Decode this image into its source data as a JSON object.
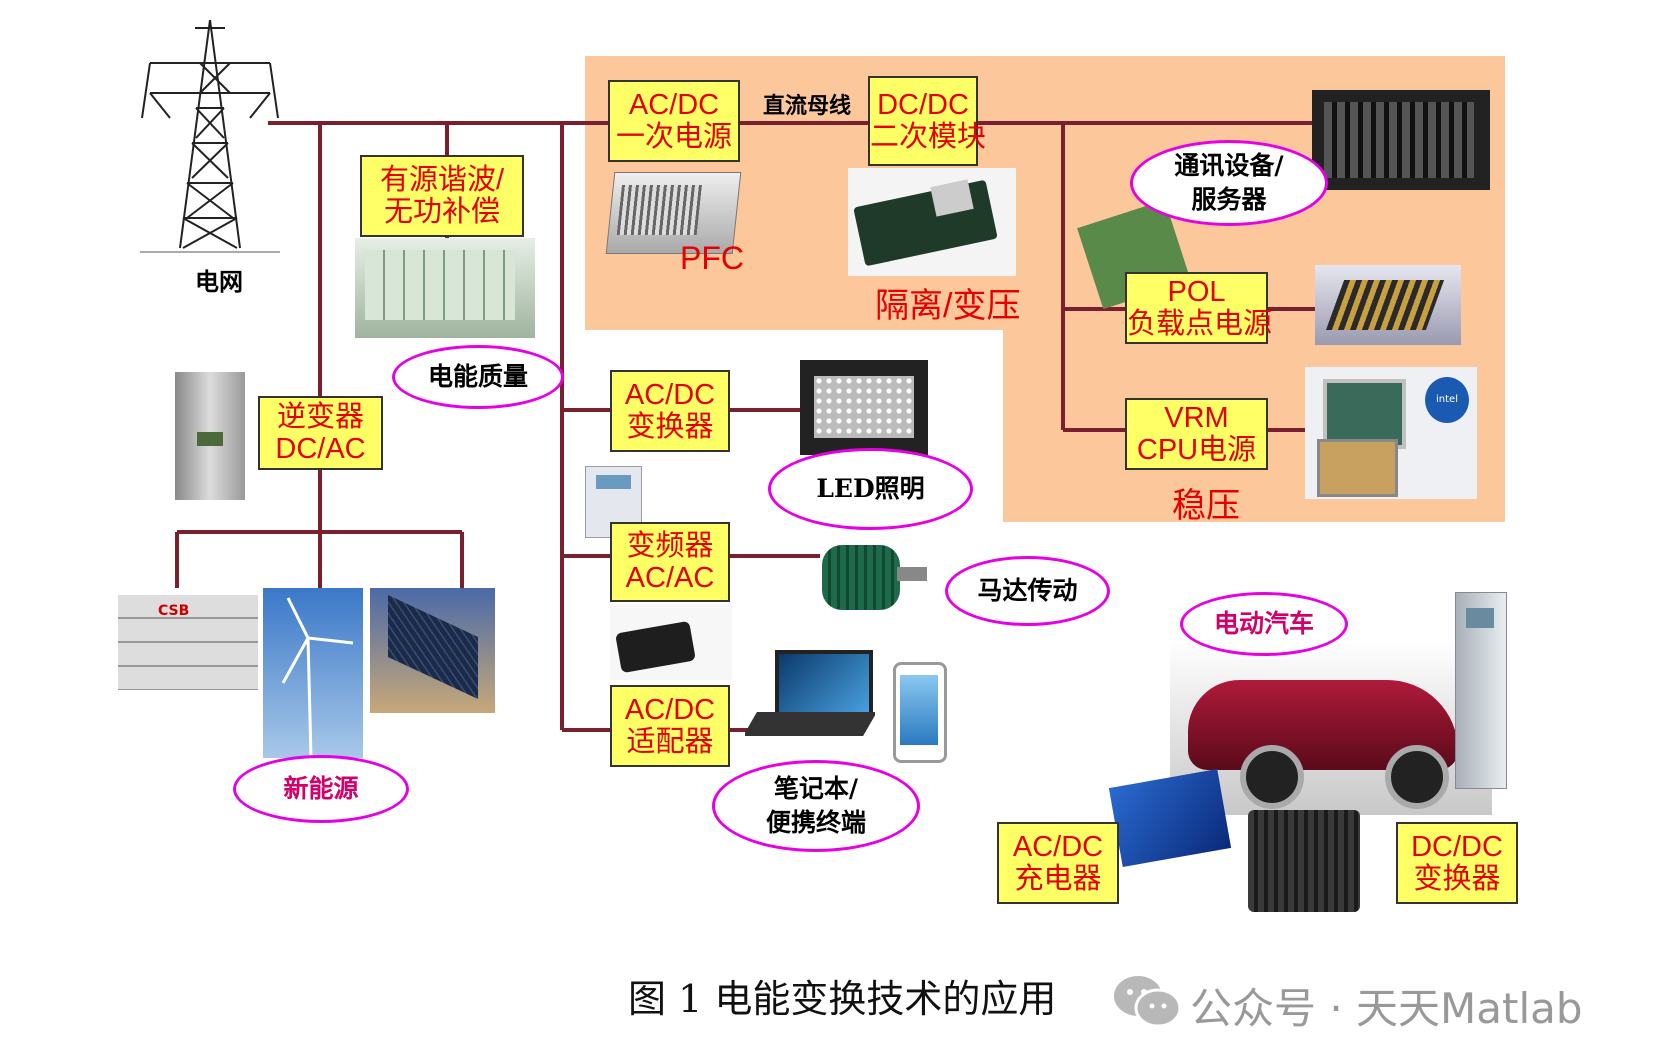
{
  "grid_label": "电网",
  "dc_bus_label": "直流母线",
  "boxes": {
    "acdc_primary": [
      "AC/DC",
      "一次电源"
    ],
    "dcdc_secondary": [
      "DC/DC",
      "二次模块"
    ],
    "active_filter": [
      "有源谐波/",
      "无功补偿"
    ],
    "inverter": [
      "逆变器",
      "DC/AC"
    ],
    "acdc_converter": [
      "AC/DC",
      "变换器"
    ],
    "vfd": [
      "变频器",
      "AC/AC"
    ],
    "acdc_adapter": [
      "AC/DC",
      "适配器"
    ],
    "pol": [
      "POL",
      "负载点电源"
    ],
    "vrm": [
      "VRM",
      "CPU电源"
    ],
    "acdc_charger": [
      "AC/DC",
      "充电器"
    ],
    "dcdc_converter": [
      "DC/DC",
      "变换器"
    ]
  },
  "red_texts": {
    "pfc": "PFC",
    "isolation": "隔离/变压",
    "regulation": "稳压"
  },
  "ovals": {
    "telecom": [
      "通讯设备/",
      "服务器"
    ],
    "power_quality": [
      "电能质量"
    ],
    "led": [
      "LED照明"
    ],
    "motor": [
      "马达传动"
    ],
    "ev": [
      "电动汽车"
    ],
    "laptop": [
      "笔记本/",
      "便携终端"
    ],
    "new_energy": [
      "新能源"
    ]
  },
  "caption": "图 1  电能变换技术的应用",
  "watermark": "公众号 · 天天Matlab",
  "colors": {
    "bus_line": "#7a1f2e",
    "orange_panel": "#fcc79a",
    "label_fill": "#ffff66",
    "label_text": "#e60000",
    "oval_border": "#e600e6"
  }
}
